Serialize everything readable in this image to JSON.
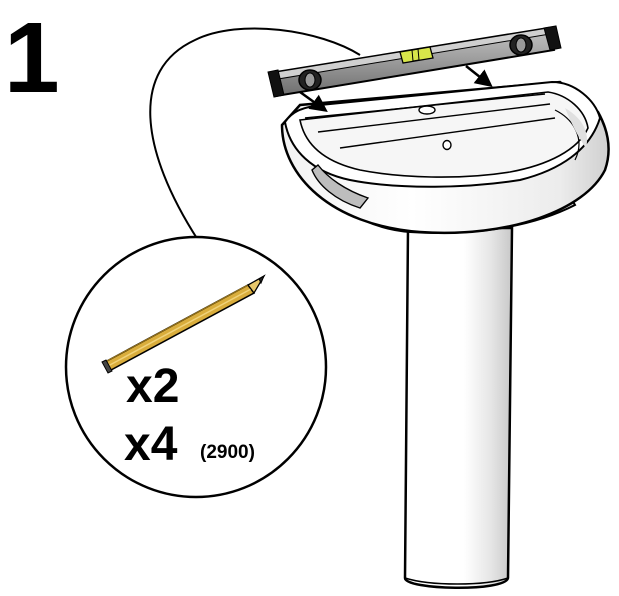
{
  "step": {
    "number": "1"
  },
  "callout": {
    "quantity_primary": "x2",
    "quantity_secondary": "x4",
    "quantity_secondary_note": "(2900)"
  },
  "items": {
    "basin": "basin",
    "pedestal": "pedestal",
    "spirit_level": "spirit-level",
    "pencil": "pencil"
  },
  "colors": {
    "outline": "#000000",
    "ceramic": "#ffffff",
    "ceramic_shade": "#e6e6e6",
    "level_body": "#9a9a9a",
    "level_bubble": "#d8e64a",
    "pencil_wood": "#e8c76a",
    "pencil_body": "#d9ad3c"
  }
}
